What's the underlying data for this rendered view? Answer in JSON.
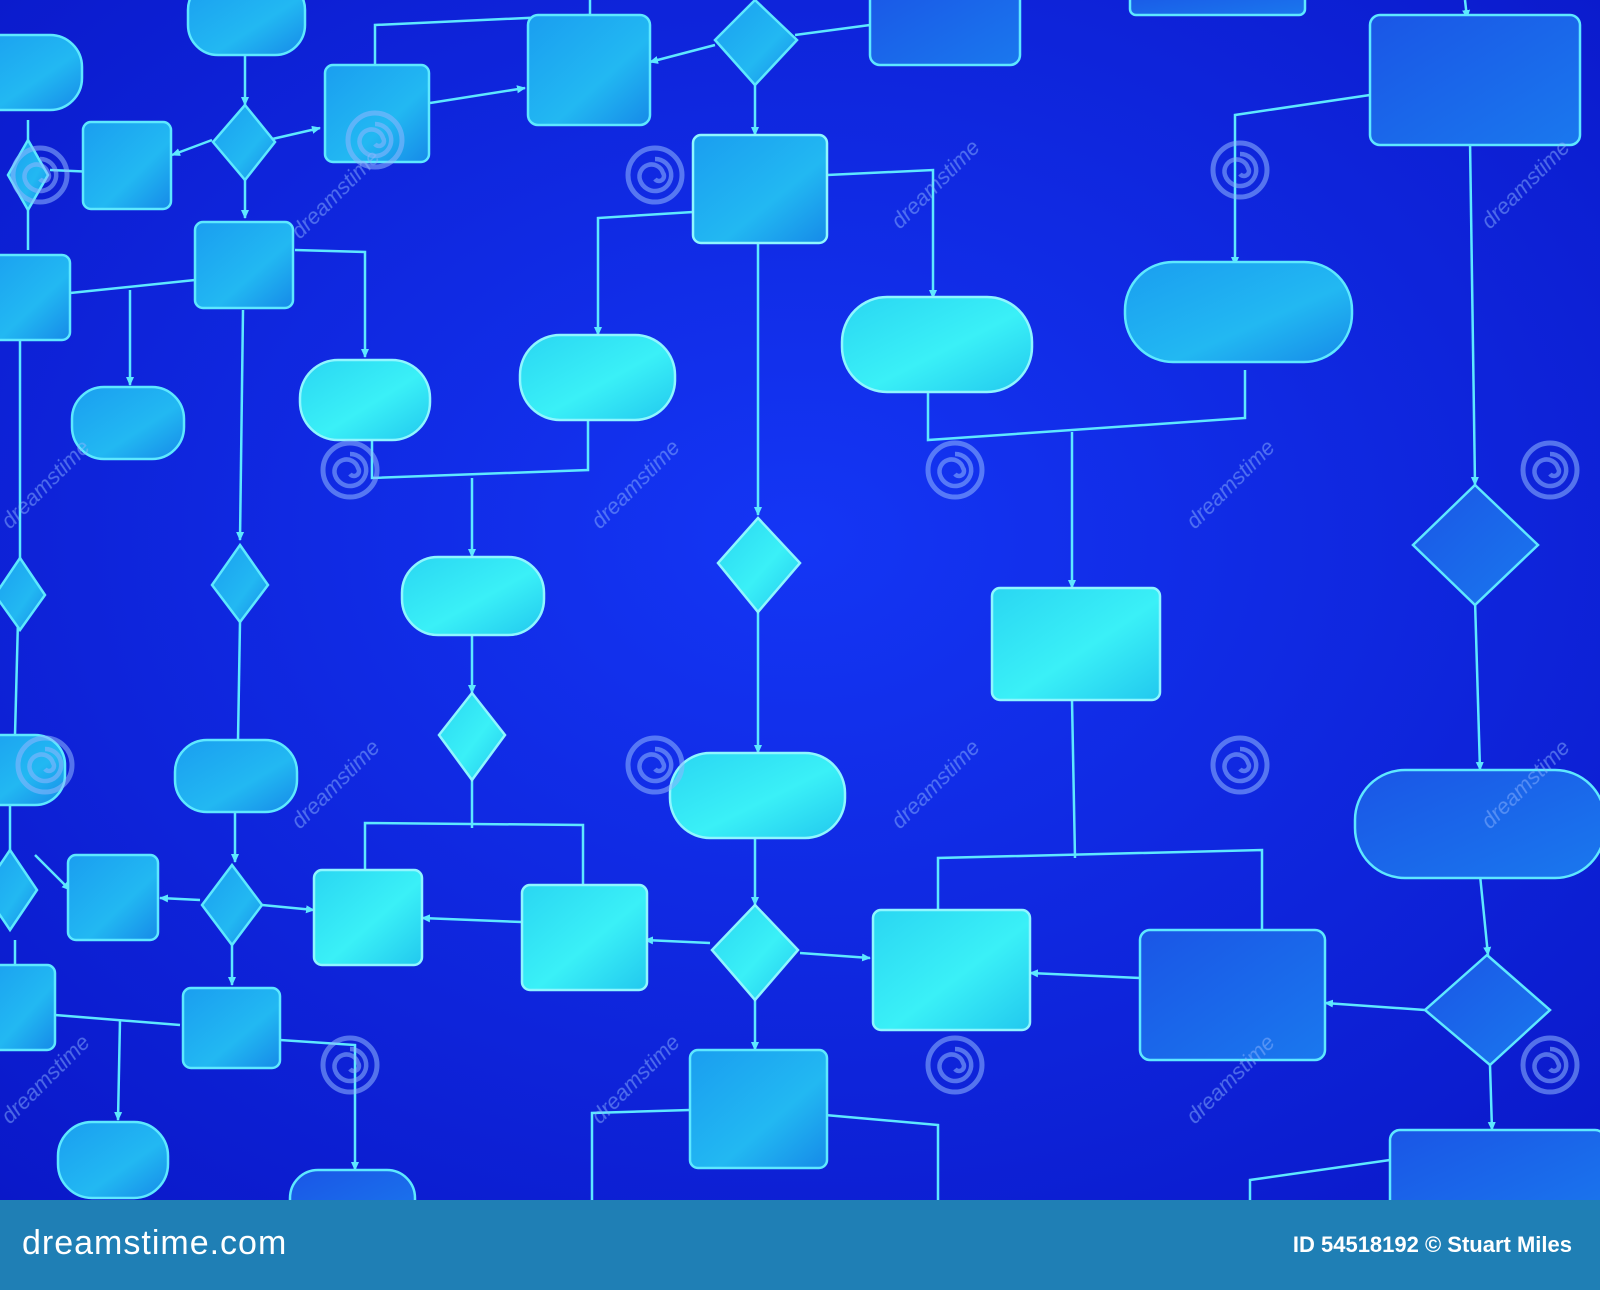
{
  "palette": {
    "background_center": "#1230f0",
    "background_edge": "#0a1ccc",
    "line": "#5ee8ff",
    "shape_bright": "#30e8f5",
    "shape_mid": "#1a9cf0",
    "shape_dim": "#1860e6",
    "footer_band": "#1f7fb5",
    "footer_text": "#ffffff"
  },
  "diagram": {
    "description_icons": [
      "swirl-watermark-icon"
    ],
    "watermark_text": "dreamstime",
    "shape_labels": []
  },
  "footer": {
    "logo": "dreamstime.com",
    "credit": "ID 54518192 © Stuart Miles"
  }
}
